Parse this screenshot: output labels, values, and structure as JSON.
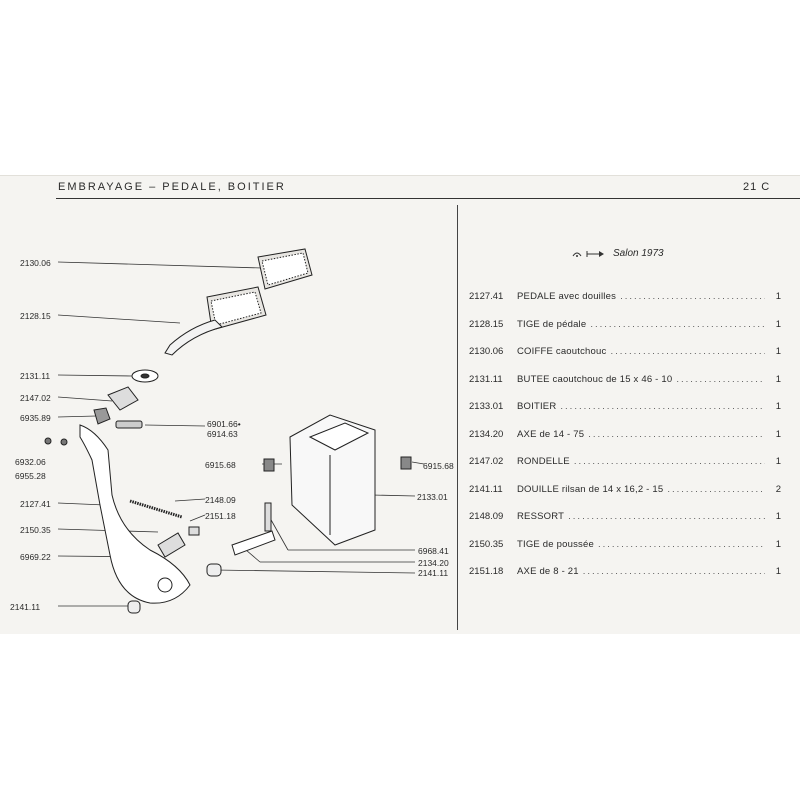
{
  "header": {
    "title": "EMBRAYAGE – PEDALE, BOITIER",
    "page_number": "21 C"
  },
  "legend": {
    "note": "Salon 1973",
    "icon": "model-change-arrow-icon"
  },
  "parts": [
    {
      "ref": "2127.41",
      "desc": "PEDALE avec douilles",
      "qty": "1"
    },
    {
      "ref": "2128.15",
      "desc": "TIGE de pédale",
      "qty": "1"
    },
    {
      "ref": "2130.06",
      "desc": "COIFFE caoutchouc",
      "qty": "1"
    },
    {
      "ref": "2131.11",
      "desc": "BUTEE caoutchouc de 15 x 46 - 10",
      "qty": "1"
    },
    {
      "ref": "2133.01",
      "desc": "BOITIER",
      "qty": "1"
    },
    {
      "ref": "2134.20",
      "desc": "AXE de 14 - 75",
      "qty": "1"
    },
    {
      "ref": "2147.02",
      "desc": "RONDELLE",
      "qty": "1"
    },
    {
      "ref": "2141.11",
      "desc": "DOUILLE rilsan de 14 x 16,2 - 15",
      "qty": "2"
    },
    {
      "ref": "2148.09",
      "desc": "RESSORT",
      "qty": "1"
    },
    {
      "ref": "2150.35",
      "desc": "TIGE de poussée",
      "qty": "1"
    },
    {
      "ref": "2151.18",
      "desc": "AXE de 8 - 21",
      "qty": "1"
    }
  ],
  "diagram_labels": {
    "l2130_06": "2130.06",
    "l2128_15": "2128.15",
    "l2131_11": "2131.11",
    "l2147_02": "2147.02",
    "l6935_89": "6935.89",
    "l6901_66": "6901.66•",
    "l6914_63": "6914.63",
    "l6915_68a": "6915.68",
    "l6915_68b": "6915.68",
    "l6932_06": "6932.06",
    "l6955_28": "6955.28",
    "l2127_41": "2127.41",
    "l2148_09": "2148.09",
    "l2151_18": "2151.18",
    "l2133_01": "2133.01",
    "l2150_35": "2150.35",
    "l6968_41": "6968.41",
    "l2134_20": "2134.20",
    "l2141_11a": "2141.11",
    "l6969_22": "6969.22",
    "l2141_11b": "2141.11"
  }
}
